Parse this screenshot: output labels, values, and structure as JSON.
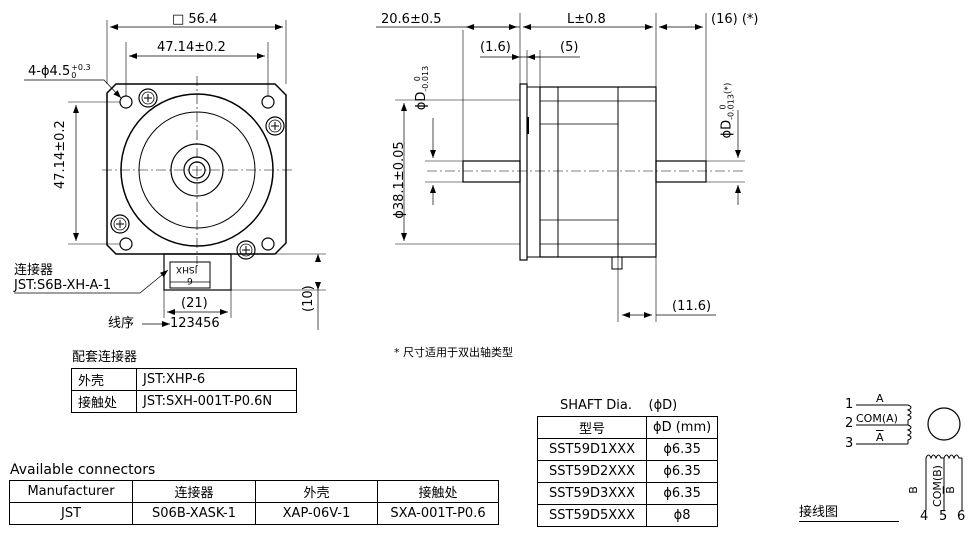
{
  "front_view": {
    "square": "□ 56.4",
    "hole_pitch_h": "47.14±0.2",
    "hole_pitch_v": "47.14±0.2",
    "holes": "4-ϕ4.5",
    "holes_tol_upper": "+0.3",
    "holes_tol_lower": "0",
    "connector_title": "连接器",
    "connector_model": "JST:S6B-XH-A-1",
    "conn_width": "(21)",
    "conn_height": "(10)",
    "wire_order_label": "线序",
    "wire_order": "123456",
    "conn_mark_text": "JSHX",
    "conn_pin_text": "6"
  },
  "side_view": {
    "front_shaft_len": "20.6±0.5",
    "body_len": "L±0.8",
    "rear_shaft_len": "(16)",
    "rear_note_mark": "(*)",
    "dim_1_6": "(1.6)",
    "dim_5": "(5)",
    "pilot_dia": "ϕ38.1±0.05",
    "shaft_dia_front": "ϕD",
    "shaft_dia_front_tol_upper": "0",
    "shaft_dia_front_tol_lower": "-0.013",
    "shaft_dia_rear": "ϕD",
    "shaft_dia_rear_tol_upper": "0",
    "shaft_dia_rear_tol_lower": "-0.013",
    "shaft_dia_rear_mark": "(*)",
    "dim_11_6": "(11.6)"
  },
  "note": "* 尺寸适用于双出轴类型",
  "mating": {
    "title": "配套连接器",
    "rows": [
      [
        "外壳",
        "JST:XHP-6"
      ],
      [
        "接触处",
        "JST:SXH-001T-P0.6N"
      ]
    ]
  },
  "available": {
    "title": "Available connectors",
    "headers": [
      "Manufacturer",
      "连接器",
      "外壳",
      "接触处"
    ],
    "rows": [
      [
        "JST",
        "S06B-XASK-1",
        "XAP-06V-1",
        "SXA-001T-P0.6"
      ]
    ]
  },
  "shaft": {
    "title": "SHAFT Dia.",
    "title_symbol": "(ϕD)",
    "headers": [
      "型号",
      "ϕD (mm)"
    ],
    "rows": [
      [
        "SST59D1XXX",
        "ϕ6.35"
      ],
      [
        "SST59D2XXX",
        "ϕ6.35"
      ],
      [
        "SST59D3XXX",
        "ϕ6.35"
      ],
      [
        "SST59D5XXX",
        "ϕ8"
      ]
    ]
  },
  "wiring": {
    "title": "接线图",
    "pins_a": [
      "1",
      "2",
      "3"
    ],
    "labels_a": [
      "A",
      "COM(A)",
      "A"
    ],
    "label_b": "B",
    "label_com_b": "COM(B)",
    "label_b_bar": "B",
    "pins_b": [
      "4",
      "5",
      "6"
    ]
  },
  "colors": {
    "line": "#000000",
    "background": "#ffffff"
  }
}
